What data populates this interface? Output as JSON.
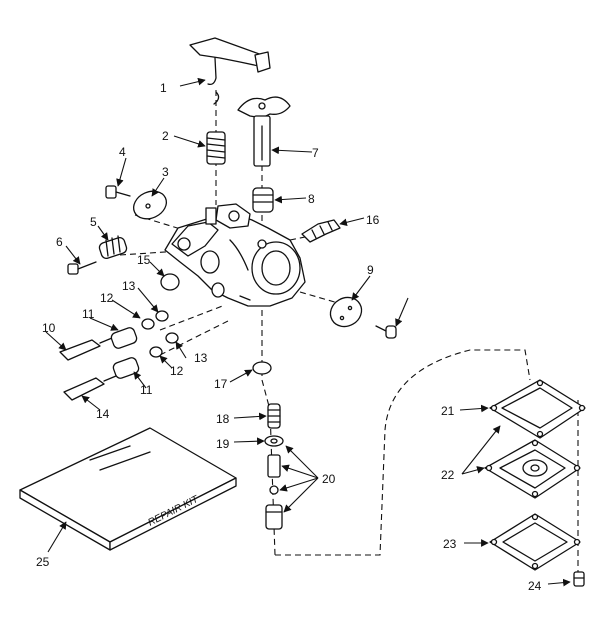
{
  "diagram": {
    "callouts": [
      "1",
      "2",
      "3",
      "4",
      "5",
      "6",
      "7",
      "8",
      "9",
      "10",
      "11",
      "12",
      "13",
      "14",
      "15",
      "16",
      "17",
      "18",
      "19",
      "20",
      "21",
      "22",
      "23",
      "24",
      "25"
    ],
    "repair_kit_label": "REPAIR KIT"
  }
}
